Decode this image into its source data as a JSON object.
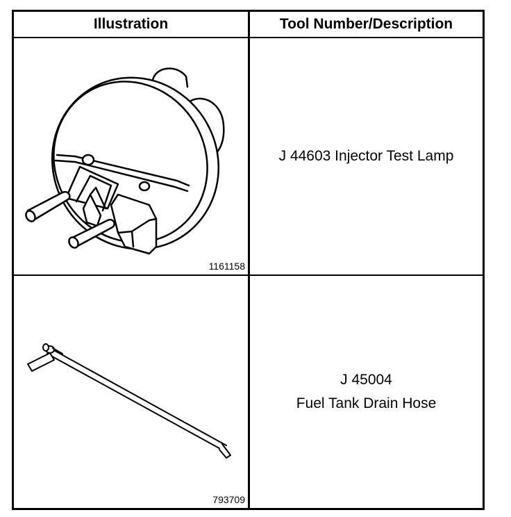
{
  "table": {
    "headers": {
      "illustration": "Illustration",
      "tool": "Tool Number/Description"
    },
    "rows": [
      {
        "figure_number": "1161158",
        "figure_icon": "injector-test-lamp-drawing",
        "description_line1": "J 44603 Injector Test Lamp"
      },
      {
        "figure_number": "793709",
        "figure_icon": "fuel-tank-drain-hose-drawing",
        "description_line1": "J 45004",
        "description_line2": "Fuel Tank Drain Hose"
      }
    ]
  }
}
